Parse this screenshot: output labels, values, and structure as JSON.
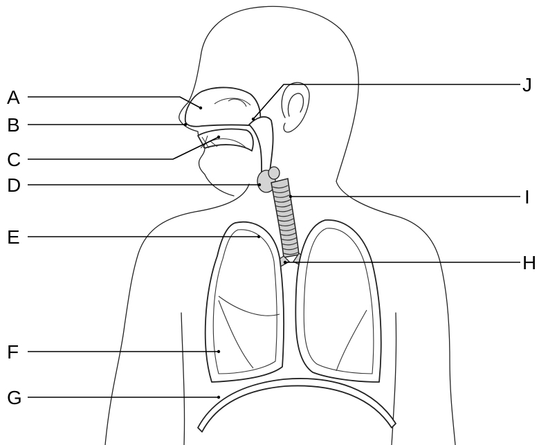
{
  "labels": {
    "a": "A",
    "b": "B",
    "c": "C",
    "d": "D",
    "e": "E",
    "f": "F",
    "g": "G",
    "h": "H",
    "i": "I",
    "j": "J"
  }
}
